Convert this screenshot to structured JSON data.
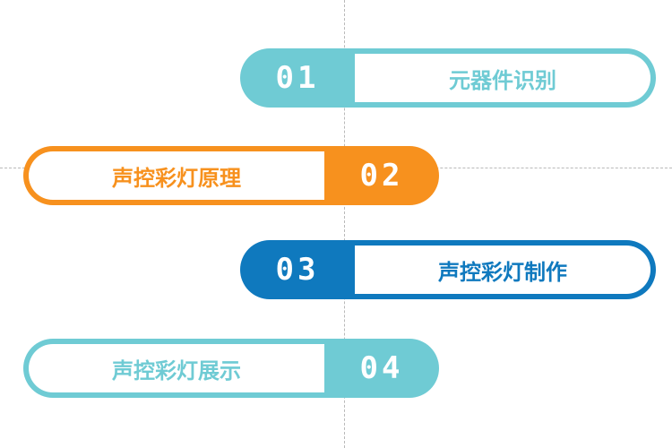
{
  "items": [
    {
      "number": "01",
      "label": "元器件识别",
      "color": "#6fcbd4"
    },
    {
      "number": "02",
      "label": "声控彩灯原理",
      "color": "#f7911e"
    },
    {
      "number": "03",
      "label": "声控彩灯制作",
      "color": "#0f79be"
    },
    {
      "number": "04",
      "label": "声控彩灯展示",
      "color": "#6fcbd4"
    }
  ]
}
